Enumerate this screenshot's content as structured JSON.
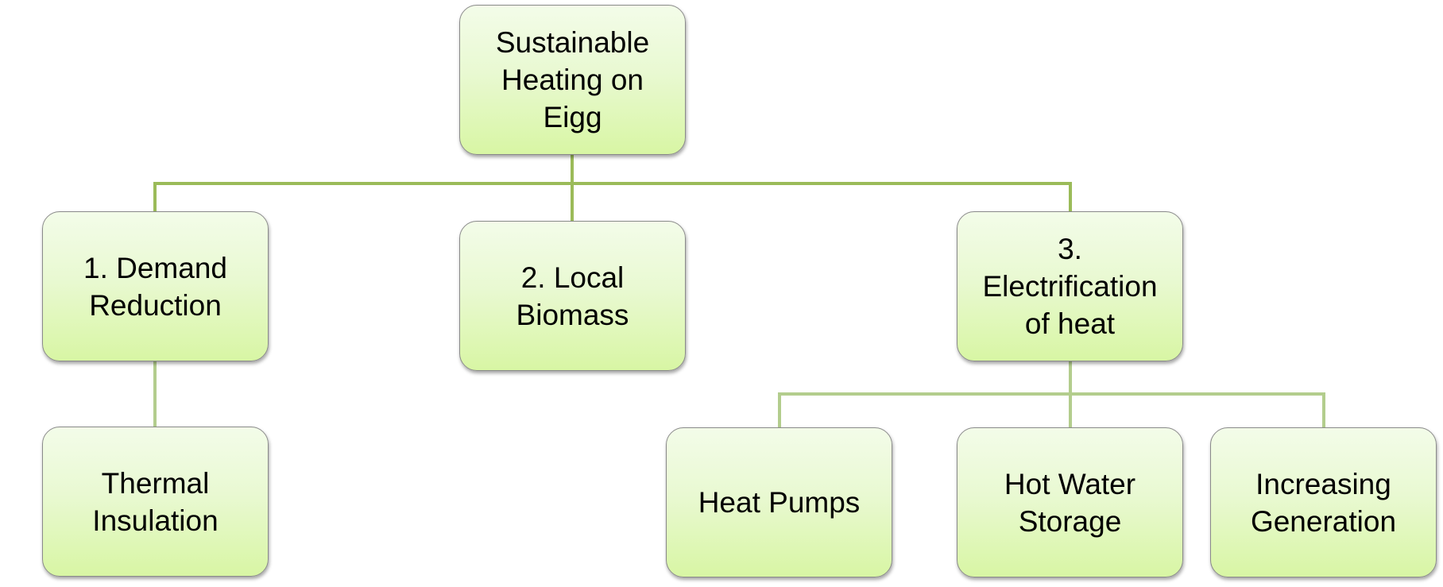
{
  "diagram": {
    "type": "hierarchy",
    "colors": {
      "connector_level1": "#9bbb59",
      "connector_level2": "#b3cd8d",
      "node_fill_top": "#f3fce9",
      "node_fill_bottom": "#d8f6a4",
      "node_border": "#8a8a8a"
    },
    "root": {
      "id": "root",
      "label": "Sustainable\nHeating on\nEigg"
    },
    "level1": [
      {
        "id": "demand",
        "label": "1. Demand\nReduction"
      },
      {
        "id": "biomass",
        "label": "2. Local\nBiomass"
      },
      {
        "id": "electrification",
        "label": "3.\nElectrification\nof heat"
      }
    ],
    "level2": [
      {
        "id": "thermal",
        "parent": "demand",
        "label": "Thermal\nInsulation"
      },
      {
        "id": "heatpumps",
        "parent": "electrification",
        "label": "Heat Pumps"
      },
      {
        "id": "hotwater",
        "parent": "electrification",
        "label": "Hot Water\nStorage"
      },
      {
        "id": "generation",
        "parent": "electrification",
        "label": "Increasing\nGeneration"
      }
    ]
  }
}
